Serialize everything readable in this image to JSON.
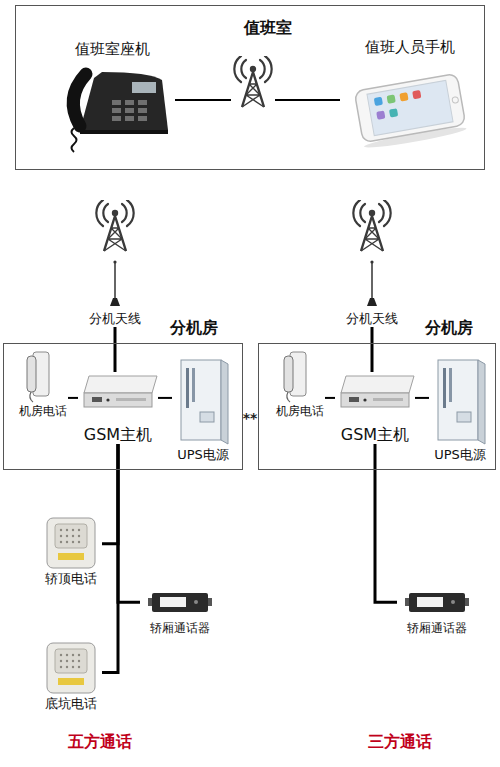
{
  "diagram": {
    "nodes": [
      {
        "text": [
          "值班室"
        ]
      },
      {
        "text": [
          "值班室座机"
        ],
        "in": 0
      },
      {
        "text": [
          "值班人员手机"
        ],
        "in": 0
      },
      {
        "text": [
          "分机天线"
        ]
      },
      {
        "text": [
          "分机天线"
        ]
      },
      {
        "text": [
          "分机房"
        ]
      },
      {
        "text": [
          "机房电话"
        ],
        "in": 5
      },
      {
        "text": [
          "GSM主机"
        ],
        "in": 5
      },
      {
        "text": [
          "UPS电源"
        ],
        "in": 5
      },
      {
        "text": [
          "分机房"
        ]
      },
      {
        "text": [
          "机房电话"
        ],
        "in": 9
      },
      {
        "text": [
          "GSM主机"
        ],
        "in": 9
      },
      {
        "text": [
          "UPS电源"
        ],
        "in": 9
      },
      {
        "text": [
          "轿顶电话"
        ]
      },
      {
        "text": [
          "轿厢通话器"
        ]
      },
      {
        "text": [
          "底坑电话"
        ]
      },
      {
        "text": [
          "轿厢通话器"
        ]
      }
    ],
    "edges": [
      {
        "from": 1,
        "to": 2,
        "arrow": "none"
      },
      {
        "from": 3,
        "to": 7,
        "arrow": "none"
      },
      {
        "from": 4,
        "to": 11,
        "arrow": "none"
      },
      {
        "from": 6,
        "to": 7,
        "arrow": "none"
      },
      {
        "from": 8,
        "to": 7,
        "arrow": "none"
      },
      {
        "from": 10,
        "to": 11,
        "arrow": "none"
      },
      {
        "from": 12,
        "to": 11,
        "arrow": "none"
      },
      {
        "from": 7,
        "to": 13,
        "arrow": "none"
      },
      {
        "from": 7,
        "to": 14,
        "arrow": "none"
      },
      {
        "from": 7,
        "to": 15,
        "arrow": "none"
      },
      {
        "from": 11,
        "to": 16,
        "arrow": "none"
      }
    ],
    "labels": [
      "**",
      "五方通话",
      "三方通话"
    ]
  }
}
